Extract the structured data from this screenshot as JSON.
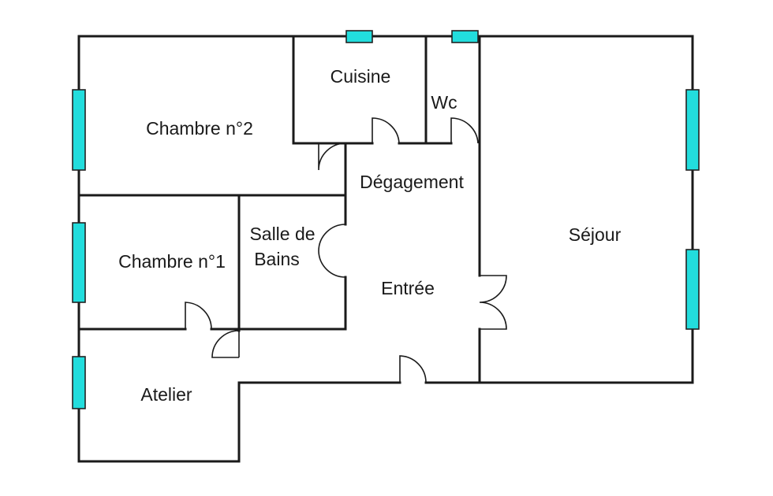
{
  "floor_plan": {
    "rooms": {
      "chambre_2": "Chambre n°2",
      "cuisine": "Cuisine",
      "wc": "Wc",
      "degagement": "Dégagement",
      "salle_de_bains_line1": "Salle de",
      "salle_de_bains_line2": "Bains",
      "chambre_1": "Chambre n°1",
      "entree": "Entrée",
      "sejour": "Séjour",
      "atelier": "Atelier"
    },
    "colors": {
      "wall": "#1a1a1a",
      "window_fill": "#22dddd",
      "window_stroke": "#222222",
      "label": "#1a1a1a"
    }
  }
}
